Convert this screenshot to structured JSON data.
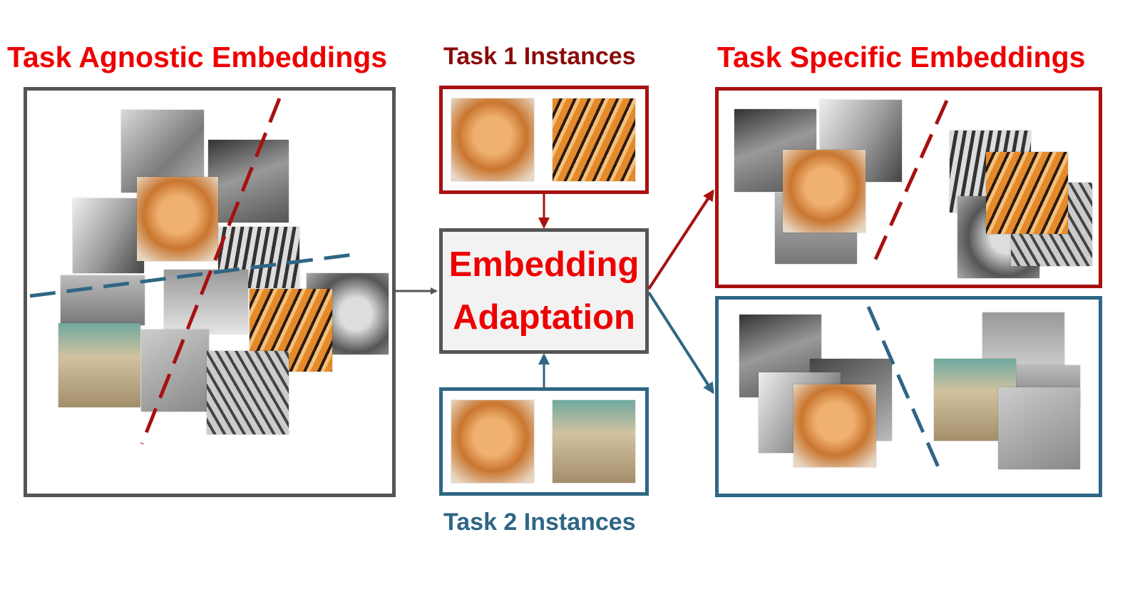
{
  "titles": {
    "task_agnostic": "Task Agnostic Embeddings",
    "task_specific": "Task Specific Embeddings",
    "task1": "Task 1 Instances",
    "task2": "Task 2 Instances"
  },
  "center": {
    "line1": "Embedding",
    "line2": "Adaptation"
  },
  "colors": {
    "title_red": "#ee0000",
    "task1_red": "#a81010",
    "task2_blue": "#2f6685",
    "neutral_gray": "#555555"
  }
}
